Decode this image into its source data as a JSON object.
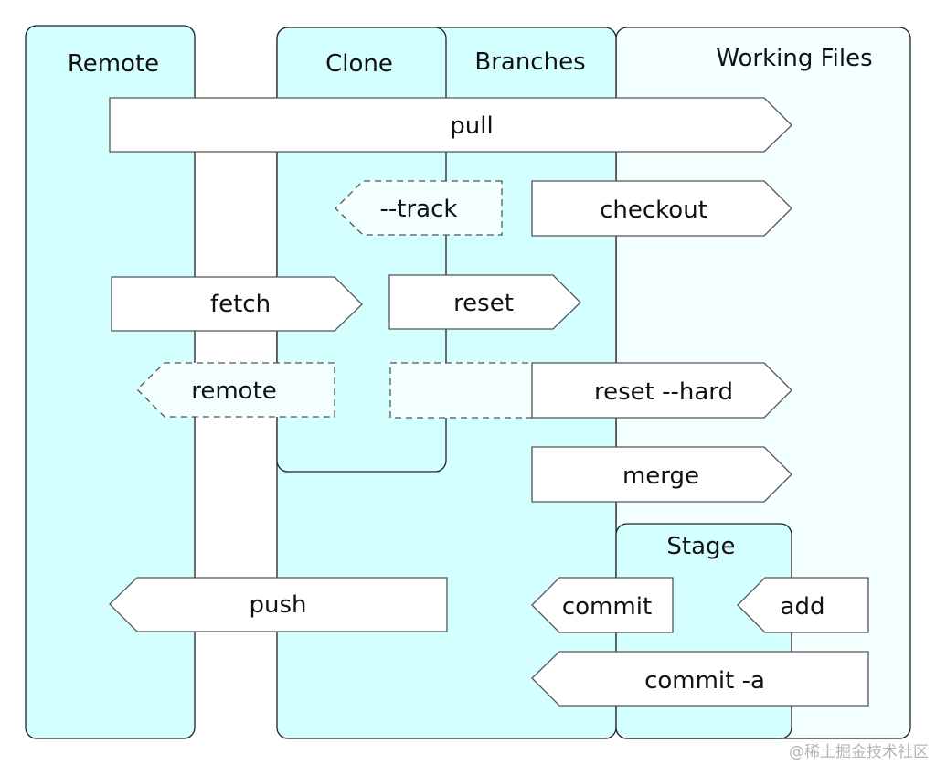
{
  "lanes": {
    "remote": "Remote",
    "clone": "Clone",
    "branches": "Branches",
    "working": "Working Files",
    "stage": "Stage"
  },
  "arrows": {
    "pull": "pull",
    "track": "--track",
    "checkout": "checkout",
    "fetch": "fetch",
    "reset": "reset",
    "remote": "remote",
    "reset_hard": "reset --hard",
    "merge": "merge",
    "push": "push",
    "commit": "commit",
    "add": "add",
    "commit_a": "commit -a"
  },
  "colors": {
    "lane_fill": "#d4ffff",
    "working_fill": "#f4ffff",
    "arrow_fill": "#ffffff",
    "stroke": "#555555"
  },
  "watermark": "@稀土掘金技术社区"
}
